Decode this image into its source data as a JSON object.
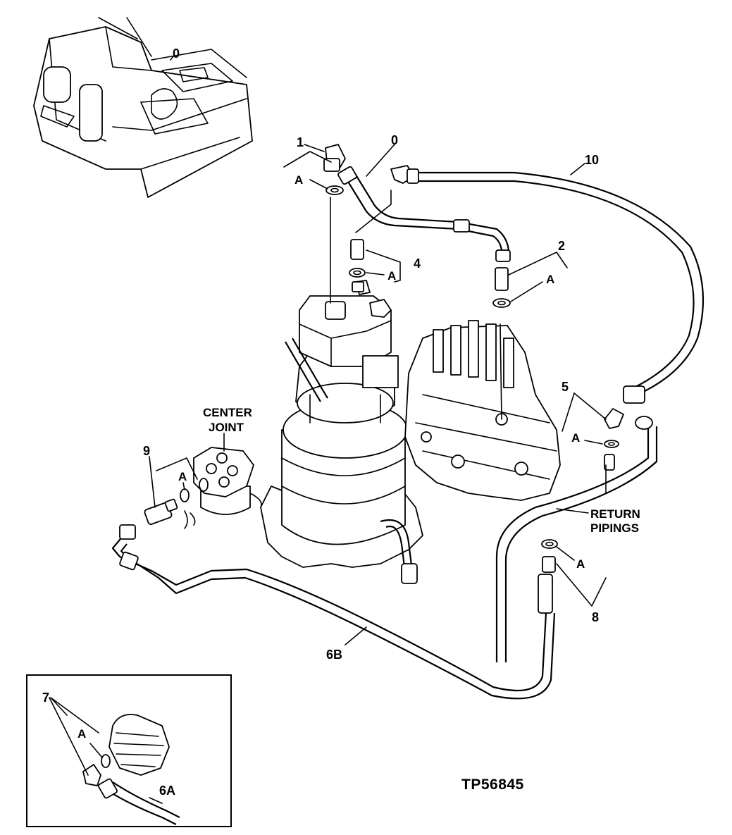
{
  "callouts": {
    "c0_top": "0",
    "c0_machine": "0",
    "c1": "1",
    "c2": "2",
    "c4": "4",
    "c5": "5",
    "c6a": "6A",
    "c6b": "6B",
    "c7": "7",
    "c8": "8",
    "c9": "9",
    "c10": "10"
  },
  "o_ring_marker": "A",
  "labels": {
    "center_joint_line1": "CENTER",
    "center_joint_line2": "JOINT",
    "return_pipings_line1": "RETURN",
    "return_pipings_line2": "PIPINGS"
  },
  "figure_id": "TP56845"
}
